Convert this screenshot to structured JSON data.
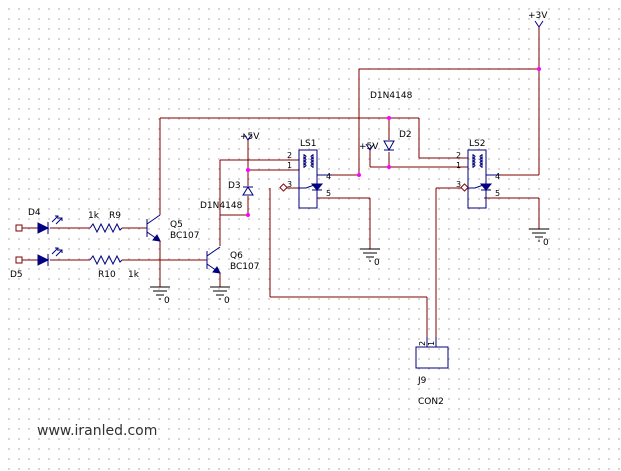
{
  "labels": {
    "supply_3v": "+3V",
    "d2_value": "D1N4148",
    "d2_ref": "D2",
    "supply_5v_left": "+5V",
    "supply_5v_mid": "+5V",
    "ls1_ref": "LS1",
    "ls2_ref": "LS2",
    "d3_ref": "D3",
    "d3_value": "D1N4148",
    "d4_ref": "D4",
    "d5_ref": "D5",
    "r9_value": "1k",
    "r9_ref": "R9",
    "r10_ref": "R10",
    "r10_value": "1k",
    "q5_ref": "Q5",
    "q5_value": "BC107",
    "q6_ref": "Q6",
    "q6_value": "BC107",
    "gnd_q5": "0",
    "gnd_q6": "0",
    "gnd_ls1": "0",
    "gnd_ls2": "0",
    "j9_ref": "J9",
    "j9_value": "CON2",
    "watermark": "www.iranled.com"
  },
  "pins": {
    "ls1_p2": "2",
    "ls1_p1": "1",
    "ls1_p3": "3",
    "ls1_p4": "4",
    "ls1_p5": "5",
    "ls2_p2": "2",
    "ls2_p1": "1",
    "ls2_p3": "3",
    "ls2_p4": "4",
    "ls2_p5": "5",
    "j9_p2": "2",
    "j9_p1": "1"
  },
  "colors": {
    "wire": "#800000",
    "component": "#000080",
    "junction": "#ff00ff",
    "ground": "#000000"
  }
}
